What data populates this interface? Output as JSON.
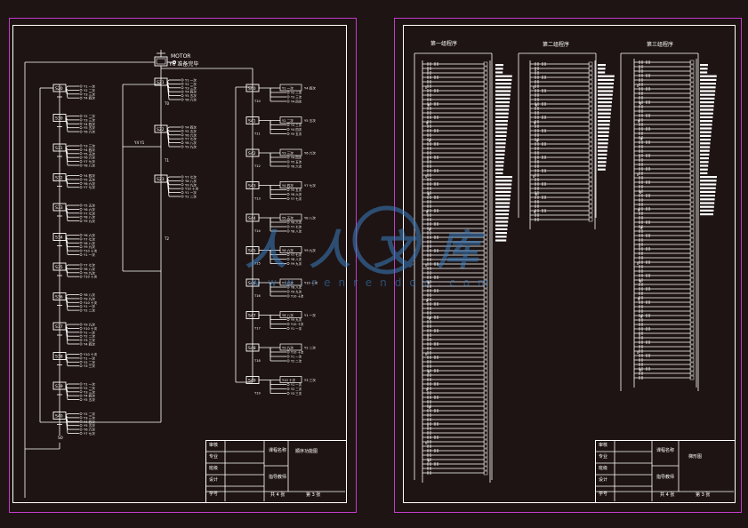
{
  "left_sheet": {
    "top_labels": [
      "MOTOR",
      "Y6 准备完毕"
    ],
    "steps_a": [
      "S20",
      "S30",
      "S31",
      "S32",
      "S33",
      "S34",
      "S35",
      "S36",
      "S37",
      "S38",
      "S39",
      "S40"
    ],
    "steps_b": [
      "S21",
      "S22",
      "S23"
    ],
    "steps_c": [
      "S40",
      "S41",
      "S42",
      "S43",
      "S44",
      "S45",
      "S46",
      "S47",
      "S48",
      "S49"
    ],
    "step_outputs": [
      "Y1 一次",
      "Y2 二次",
      "Y3 三次",
      "Y4 四次",
      "Y5 五次",
      "Y6 六次",
      "Y7 七次",
      "Y8 八次",
      "Y9 九次",
      "Y10 十次"
    ],
    "branch_labels": [
      "Y4 Y1",
      "T0",
      "T1",
      "T2"
    ],
    "bottom_label": "S0",
    "title_block": {
      "rows": [
        "审核",
        "专业",
        "班级",
        "设计",
        "学号"
      ],
      "mid": [
        "课程名称",
        "指导教师"
      ],
      "drawing_title": "顺序功能图",
      "sheet_info": [
        "共 4 张",
        "第 3 张"
      ]
    }
  },
  "right_sheet": {
    "headers": [
      "第一组程序",
      "第二组程序",
      "第三组程序"
    ],
    "title_block": {
      "rows": [
        "审核",
        "专业",
        "班级",
        "设计",
        "学号"
      ],
      "mid": [
        "课程名称",
        "指导教师"
      ],
      "drawing_title": "梯形图",
      "sheet_info": [
        "共 4 张",
        "第 3 张"
      ]
    }
  },
  "watermark": {
    "text": "人人文库",
    "url": "www.renrendoc.com"
  }
}
